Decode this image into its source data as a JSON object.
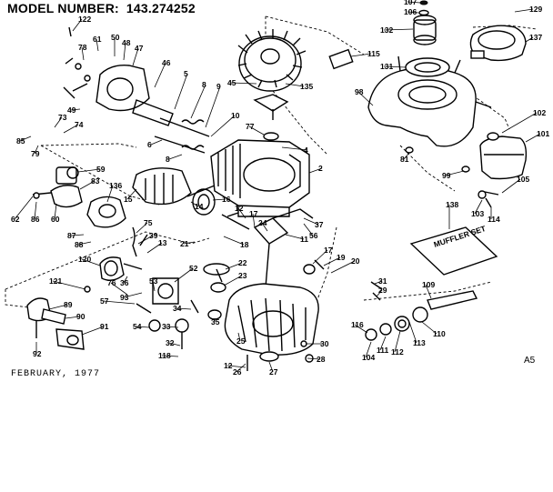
{
  "header": {
    "model_label": "MODEL NUMBER:",
    "model_number": "143.274252"
  },
  "footer": {
    "date": "FEBRUARY, 1977",
    "code": "A5"
  },
  "callouts": [
    "122",
    "78",
    "61",
    "50",
    "48",
    "47",
    "46",
    "5",
    "8",
    "9",
    "45",
    "107",
    "106",
    "132",
    "115",
    "131",
    "135",
    "129",
    "137",
    "98",
    "10",
    "49",
    "73",
    "74",
    "85",
    "79",
    "6",
    "8",
    "77",
    "4",
    "2",
    "59",
    "83",
    "136",
    "15",
    "16",
    "14",
    "12",
    "17",
    "24",
    "62",
    "86",
    "60",
    "87",
    "88",
    "75",
    "39",
    "13",
    "21",
    "18",
    "11",
    "56",
    "37",
    "120",
    "36",
    "121",
    "93",
    "52",
    "53",
    "76",
    "57",
    "34",
    "35",
    "54",
    "33",
    "89",
    "90",
    "91",
    "92",
    "32",
    "22",
    "23",
    "25",
    "118",
    "12",
    "26",
    "27",
    "28",
    "30",
    "17",
    "19",
    "20",
    "31",
    "29",
    "116",
    "104",
    "111",
    "112",
    "113",
    "110",
    "109",
    "102",
    "101",
    "105",
    "103",
    "114",
    "81",
    "99",
    "138"
  ],
  "box_label": "MUFFLER SET"
}
